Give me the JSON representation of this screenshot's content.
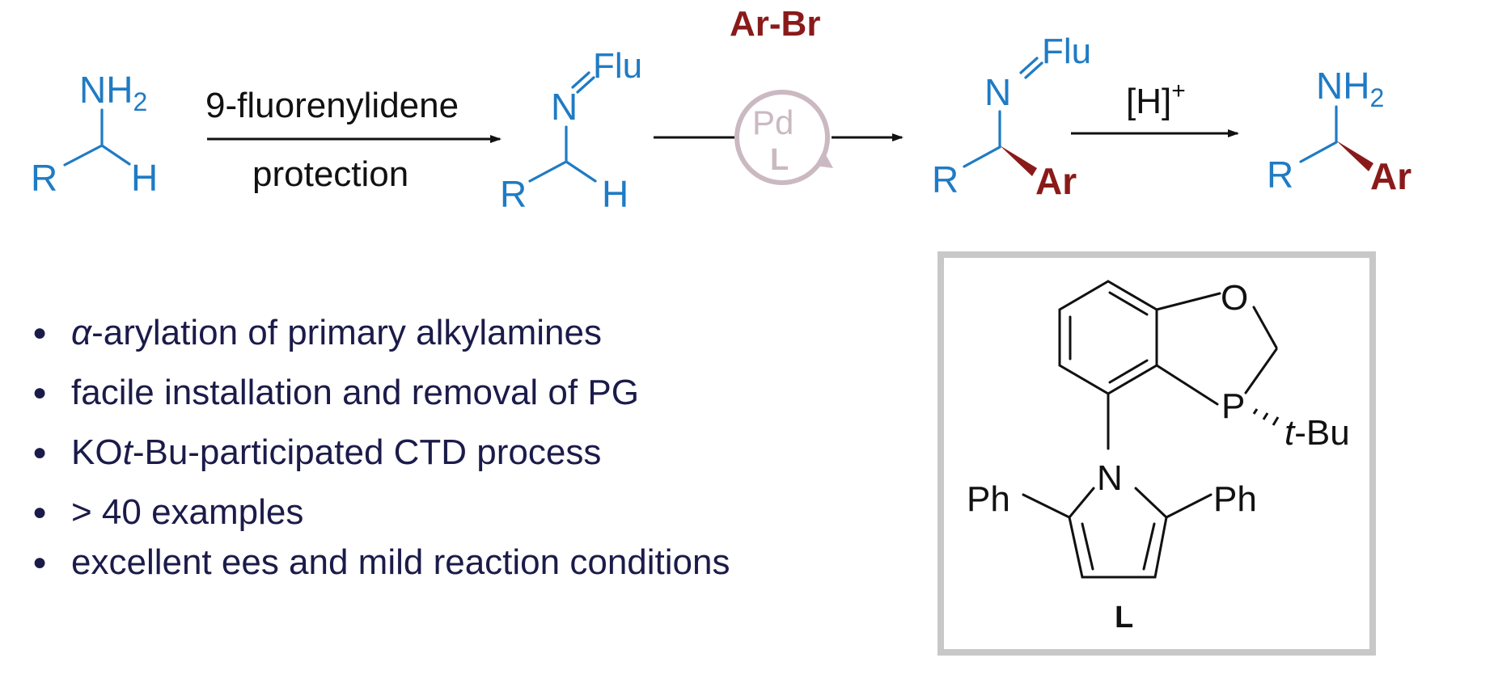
{
  "scheme": {
    "sm": {
      "nh2": "NH",
      "sub2": "2",
      "r": "R",
      "h": "H"
    },
    "step1": {
      "line1": "9-fluorenylidene",
      "line2": "protection"
    },
    "imine1": {
      "flu": "Flu",
      "n": "N",
      "r": "R",
      "h": "H"
    },
    "step2": {
      "reagent": "Ar-Br",
      "catalyst_metal": "Pd",
      "catalyst_ligand": "L"
    },
    "imine2": {
      "flu": "Flu",
      "n": "N",
      "r": "R",
      "ar": "Ar"
    },
    "step3": {
      "acid": "[H]",
      "sup": "+"
    },
    "product": {
      "nh2": "NH",
      "sub2": "2",
      "r": "R",
      "ar": "Ar"
    }
  },
  "bullets": [
    {
      "italic_prefix": "α",
      "text": "-arylation of primary alkylamines"
    },
    {
      "text": "facile installation and removal of PG"
    },
    {
      "prefix": "KO",
      "italic": "t",
      "text": "-Bu-participated CTD process"
    },
    {
      "text": "> 40 examples"
    },
    {
      "text": "excellent ees and mild reaction conditions"
    }
  ],
  "ligand": {
    "o": "O",
    "p": "P",
    "tbu_italic": "t",
    "tbu_rest": "-Bu",
    "n": "N",
    "ph_left": "Ph",
    "ph_right": "Ph",
    "label": "L"
  },
  "colors": {
    "blue": "#1f7bc4",
    "dark_navy": "#1b1b4a",
    "dark_red": "#8a1a1a",
    "catalyst_gray": "#cbb9c2",
    "box_gray": "#c8c8c8"
  }
}
